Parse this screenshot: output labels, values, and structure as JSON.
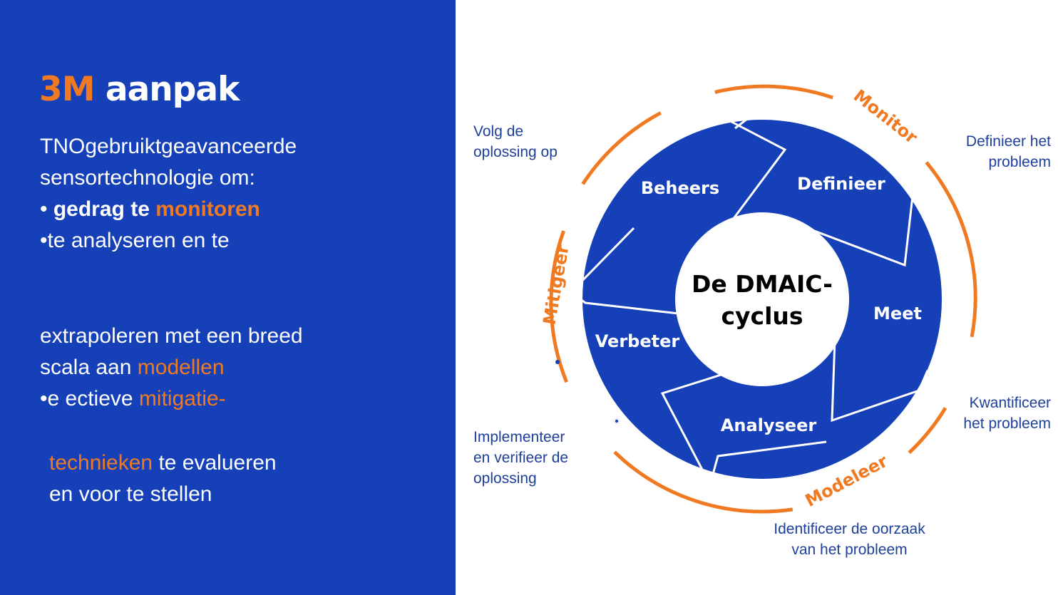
{
  "title": {
    "part1": "3M",
    "part2": "aanpak"
  },
  "intro": {
    "line1": "TNOgebruiktgeavanceerde",
    "line2": "sensortechnologie om:",
    "bullet1_prefix": "• ",
    "bullet1_bold": "gedrag te ",
    "bullet1_orange": "monitoren",
    "bullet2": "•te analyseren en te"
  },
  "middle": {
    "line1": "extrapoleren met een breed",
    "line2_pre": "scala aan ",
    "line2_orange": "modellen",
    "line3_pre": "•e ectieve ",
    "line3_orange": "mitigatie-"
  },
  "closing": {
    "line1_orange": "technieken",
    "line1_post": " te evalueren",
    "line2": "en voor te stellen"
  },
  "diagram": {
    "center_line1": "De DMAIC-",
    "center_line2": "cyclus",
    "steps": {
      "beheers": "Beheers",
      "definieer": "Definieer",
      "meet": "Meet",
      "analyseer": "Analyseer",
      "verbeter": "Verbeter"
    },
    "ring_labels": {
      "monitor": "Monitor",
      "modeleer": "Modeleer",
      "mitigeer": "Mitigeer"
    },
    "annotations": {
      "volg_line1": "Volg de",
      "volg_line2": "oplossing op",
      "definieer_line1": "Definieer het",
      "definieer_line2": "probleem",
      "kwantificeer_line1": "Kwantificeer",
      "kwantificeer_line2": "het probleem",
      "implementeer_line1": "Implementeer",
      "implementeer_line2": "en verifieer de",
      "implementeer_line3": "oplossing",
      "identificeer_line1": "Identificeer de oorzaak",
      "identificeer_line2": "van het probleem"
    }
  },
  "colors": {
    "brand_blue": "#1540b8",
    "accent_orange": "#f07a22",
    "annotation_blue": "#1e3f9a"
  }
}
